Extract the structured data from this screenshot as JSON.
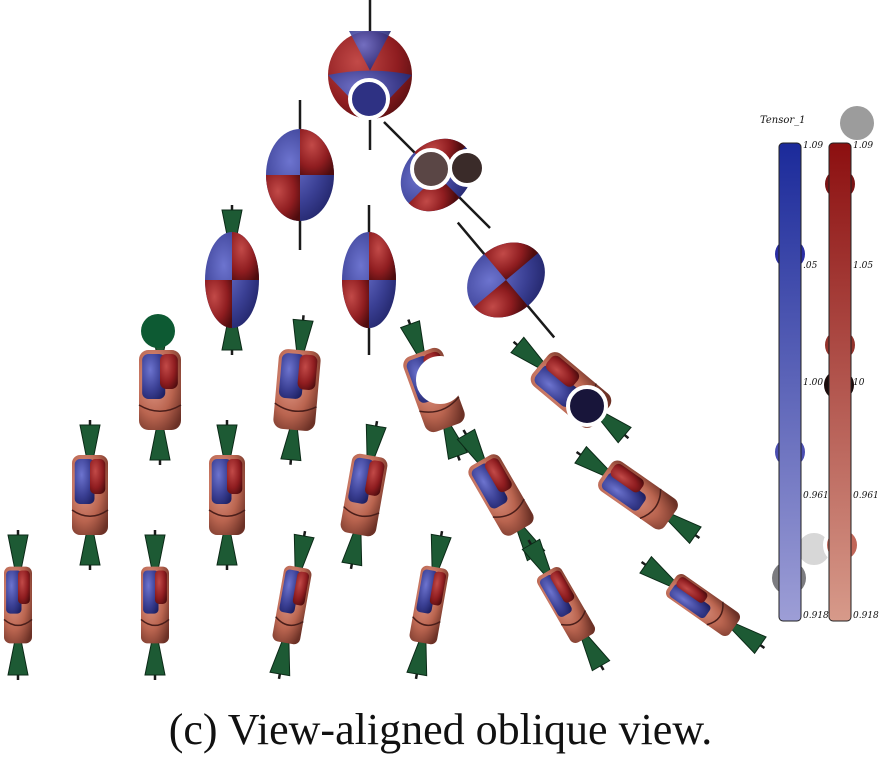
{
  "caption": "(c) View-aligned oblique view.",
  "legend": {
    "title": "Tensor_1",
    "blue_bar": {
      "color_top": "#1b2a9a",
      "color_bottom": "#9d9ed6",
      "ticks": [
        "1.09",
        ".05",
        "1.00",
        "0.961",
        "0.918"
      ]
    },
    "red_bar": {
      "color_top": "#8c0f10",
      "color_bottom": "#d79a8a",
      "ticks": [
        "1.09",
        "1.05",
        "10",
        "0.961",
        "0.918"
      ]
    }
  },
  "colors": {
    "blue_glyph": "#3a3f93",
    "red_glyph": "#8f1d20",
    "salmon_glyph": "#c46e5d",
    "green_cone": "#1d5a34",
    "axis": "#1a1a1a"
  },
  "glyph_rows": [
    {
      "count": 1,
      "kind": "sphere"
    },
    {
      "count": 2,
      "kind": "ellipsoid"
    },
    {
      "count": 3,
      "kind": "ellipsoid"
    },
    {
      "count": 4,
      "kind": "superquadric"
    },
    {
      "count": 5,
      "kind": "superquadric"
    },
    {
      "count": 6,
      "kind": "superquadric"
    }
  ],
  "markers": [
    {
      "name": "marker-top-center",
      "color": "#2e3183",
      "ring": true
    },
    {
      "name": "marker-row2-a",
      "color": "#5a4645",
      "ring": true
    },
    {
      "name": "marker-row2-b",
      "color": "#3a2b29",
      "ring": true
    },
    {
      "name": "marker-green",
      "color": "#0d5a33",
      "ring": false
    },
    {
      "name": "marker-white",
      "color": "#ffffff",
      "ring": true
    },
    {
      "name": "marker-dark",
      "color": "#18153a",
      "ring": true
    },
    {
      "name": "marker-legend-gray",
      "color": "#9c9c9c",
      "ring": false
    },
    {
      "name": "marker-legend-red-top",
      "color": "#7a1416",
      "ring": true
    },
    {
      "name": "marker-legend-blue-upper",
      "color": "#2a2ea3",
      "ring": true
    },
    {
      "name": "marker-legend-red-mid",
      "color": "#93332c",
      "ring": true
    },
    {
      "name": "marker-legend-black",
      "color": "#1c0c0c",
      "ring": true
    },
    {
      "name": "marker-legend-blue-lower",
      "color": "#4b4eb1",
      "ring": true
    },
    {
      "name": "marker-legend-lightgray",
      "color": "#d7d7d7",
      "ring": true
    },
    {
      "name": "marker-legend-salmon",
      "color": "#c06658",
      "ring": true
    },
    {
      "name": "marker-legend-darkgray",
      "color": "#7c7c80",
      "ring": false
    }
  ]
}
